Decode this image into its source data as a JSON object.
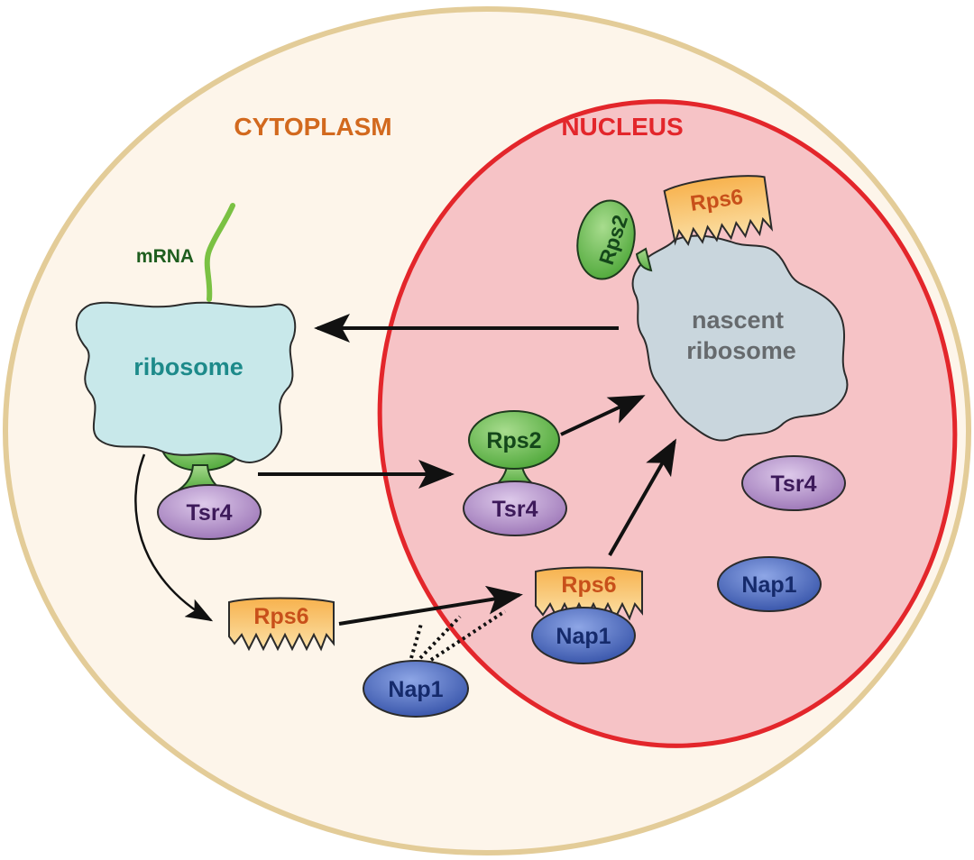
{
  "labels": {
    "cytoplasm": "CYTOPLASM",
    "nucleus": "NUCLEUS",
    "mrna": "mRNA",
    "ribosome": "ribosome",
    "nascent_line1": "nascent",
    "nascent_line2": "ribosome"
  },
  "proteins": {
    "tsr4": "Tsr4",
    "rps2": "Rps2",
    "rps6": "Rps6",
    "nap1": "Nap1"
  },
  "colors": {
    "cell_fill": "#fdf5ea",
    "cell_border": "#e3cc98",
    "nucleus_fill": "#f6c3c6",
    "nucleus_border": "#e3262b",
    "cytoplasm_label": "#d2691e",
    "nucleus_label": "#e3262b",
    "ribosome_fill": "#c8e8ea",
    "ribosome_text": "#1d8a8a",
    "nascent_fill": "#c9d6dd",
    "nascent_text": "#666a6d",
    "mrna": "#7ac143",
    "mrna_text": "#1e5d1e",
    "rps2_fill": "#6cbf4f",
    "rps2_text": "#14471a",
    "tsr4_fill": "#b998c9",
    "tsr4_text": "#3d1a5a",
    "rps6_fill": "#f39c2f",
    "rps6_text": "#c8501a",
    "nap1_fill": "#4c6cc0",
    "nap1_text": "#152a6b",
    "arrow": "#111111"
  }
}
